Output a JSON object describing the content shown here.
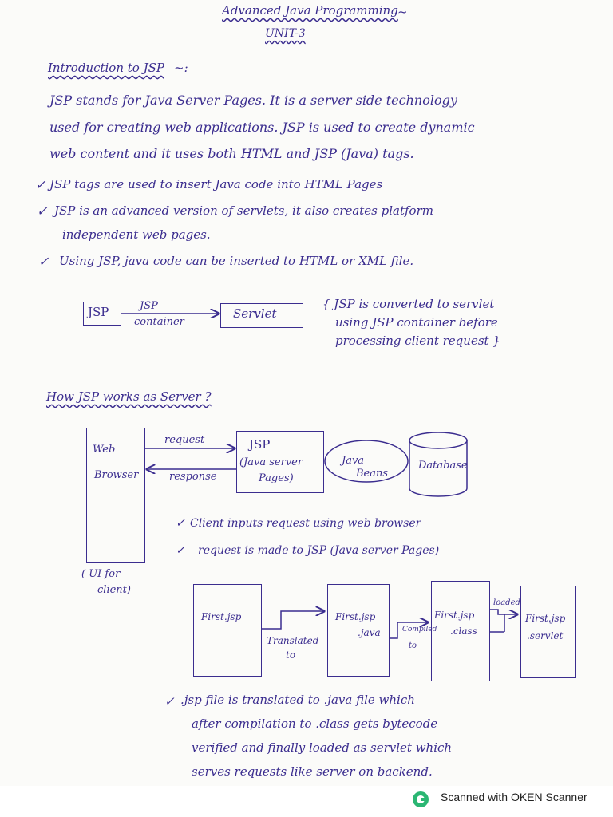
{
  "header": {
    "title": "Advanced Java Programming",
    "tilde": "~",
    "unit": "UNIT-3"
  },
  "intro": {
    "heading": "Introduction to JSP",
    "heading_suffix": "~:",
    "para": [
      "JSP stands for Java Server Pages. It is a server side technology",
      "used for creating web applications. JSP is used to create dynamic",
      "web content and it uses both HTML and JSP (Java) tags."
    ],
    "bullets": [
      "JSP tags are used to insert Java code into HTML Pages",
      "JSP is an advanced version of servlets, it also creates platform",
      "independent web pages.",
      "Using JSP, java code can be inserted to HTML or XML file."
    ]
  },
  "diagram1": {
    "jsp": "JSP",
    "arrow_top": "JSP",
    "arrow_bottom": "container",
    "servlet": "Servlet",
    "note": [
      "{ JSP is converted to servlet",
      "using JSP container before",
      "processing client request }"
    ]
  },
  "section2": {
    "heading": "How JSP works as Server ?"
  },
  "diagram2": {
    "web": "Web",
    "browser": "Browser",
    "request": "request",
    "response": "response",
    "jsp_title": "JSP",
    "jsp_sub1": "(Java server",
    "jsp_sub2": "Pages)",
    "beans1": "Java",
    "beans2": "Beans",
    "database": "Database",
    "ui1": "( UI for",
    "ui2": "client)",
    "bullets": [
      "Client inputs request using web browser",
      "request is made to JSP (Java server Pages)"
    ]
  },
  "diagram3": {
    "box1": "First.jsp",
    "box2a": "First.jsp",
    "box2b": ".java",
    "box3a": "First.jsp",
    "box3b": ".class",
    "box4a": "First.jsp",
    "box4b": ".servlet",
    "translated1": "Translated",
    "translated2": "to",
    "compiled1": "Compiled",
    "compiled2": "to",
    "loaded": "loaded"
  },
  "final": {
    "lines": [
      ".jsp file is translated to .java file which",
      "after compilation to .class gets bytecode",
      "verified and finally loaded as servlet which",
      "serves requests like server on backend."
    ]
  },
  "footer": {
    "text": "Scanned with OKEN Scanner"
  }
}
